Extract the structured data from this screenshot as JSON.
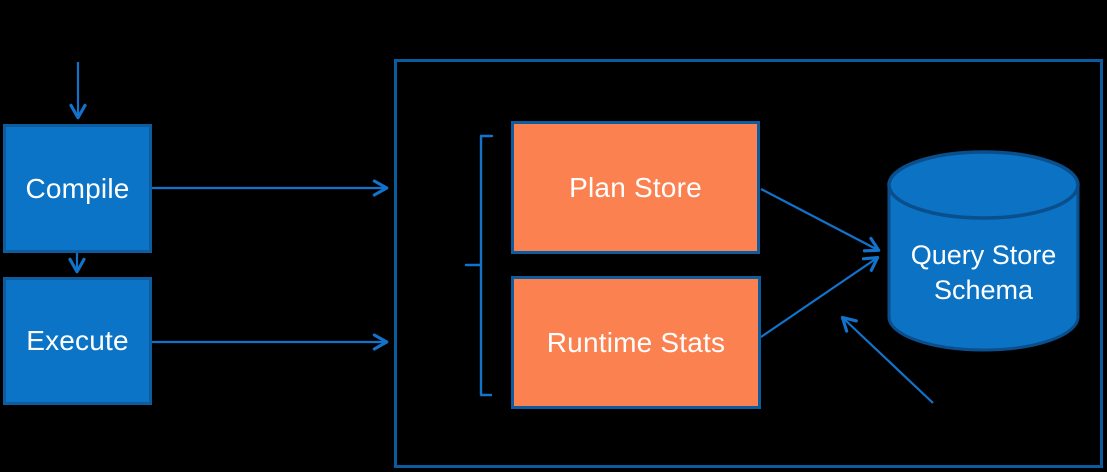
{
  "diagram_type": "architecture-flow",
  "colors": {
    "background": "#000000",
    "blue_fill": "#0B74C6",
    "blue_border": "#0E5C9E",
    "orange_fill": "#FC8150",
    "orange_border": "#0E5C9E",
    "container_border": "#0A5C9F",
    "arrow": "#1273CC",
    "cylinder_fill": "#0B72C4",
    "cylinder_border": "#0A4E8C",
    "text": "#FFFFFF"
  },
  "nodes": {
    "compile": {
      "label": "Compile",
      "shape": "rectangle",
      "color": "blue"
    },
    "execute": {
      "label": "Execute",
      "shape": "rectangle",
      "color": "blue"
    },
    "plan_store": {
      "label": "Plan Store",
      "shape": "rectangle",
      "color": "orange"
    },
    "runtime_stats": {
      "label": "Runtime Stats",
      "shape": "rectangle",
      "color": "orange"
    },
    "query_store_schema": {
      "label": "Query Store Schema",
      "line1": "Query Store",
      "line2": "Schema",
      "shape": "database-cylinder",
      "color": "blue"
    },
    "query_store_container": {
      "label": "",
      "shape": "rectangle-outline"
    }
  },
  "edges": [
    {
      "from": "top-offscreen",
      "to": "compile",
      "style": "arrow"
    },
    {
      "from": "compile",
      "to": "execute",
      "style": "arrow"
    },
    {
      "from": "compile",
      "to": "query_store_container",
      "style": "arrow"
    },
    {
      "from": "execute",
      "to": "query_store_container",
      "style": "arrow"
    },
    {
      "from": "plan_store",
      "to": "query_store_schema",
      "style": "arrow"
    },
    {
      "from": "runtime_stats",
      "to": "query_store_schema",
      "style": "arrow"
    },
    {
      "from": "bottom-offscreen",
      "to": "query_store_schema",
      "style": "arrow"
    }
  ],
  "annotations": {
    "bracket_groups": [
      "Plan Store",
      "Runtime Stats"
    ]
  }
}
